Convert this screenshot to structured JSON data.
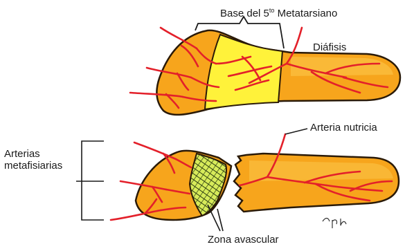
{
  "labels": {
    "base_prefix": "Base del 5",
    "base_sup": "to",
    "base_suffix": " Metatarsiano",
    "diafisis": "Diáfisis",
    "arteria_nutricia": "Arteria nutricia",
    "arterias_line1": "Arterias",
    "arterias_line2": "metafisiarias",
    "zona_avascular": "Zona avascular",
    "signature": "cpb"
  },
  "colors": {
    "bone_orange": "#f7a51c",
    "bone_light": "#fbd24a",
    "base_yellow": "#fff23a",
    "outline": "#2a1a08",
    "artery_red": "#e3202a",
    "hatch_green": "#9fcf3a"
  }
}
